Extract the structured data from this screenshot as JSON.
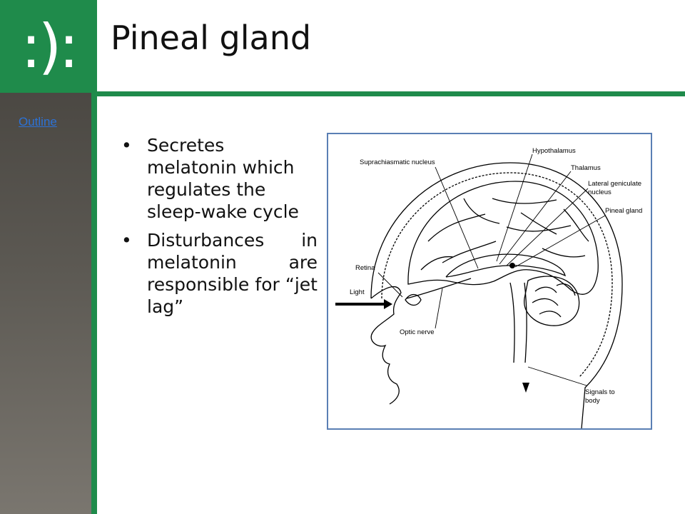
{
  "logo": {
    "text": ":):"
  },
  "slide": {
    "title": "Pineal gland"
  },
  "sidebar": {
    "outline_link": "Outline"
  },
  "bullets": [
    "Secretes melatonin which regulates the sleep-wake cycle",
    "Disturbances in melatonin are responsible for “jet lag”"
  ],
  "figure": {
    "labels": {
      "hypothalamus": "Hypothalamus",
      "suprachiasmatic": "Suprachiasmatic nucleus",
      "thalamus": "Thalamus",
      "lateral_geniculate_1": "Lateral geniculate",
      "lateral_geniculate_2": "nucleus",
      "pineal": "Pineal gland",
      "retina": "Retina",
      "light": "Light",
      "optic_nerve": "Optic nerve",
      "signals_1": "Signals to",
      "signals_2": "body"
    }
  },
  "colors": {
    "accent_green": "#1f8b4b",
    "sidebar_gray": "#5b5852",
    "link_blue": "#2c72d6",
    "figure_border": "#5a7fb4"
  }
}
